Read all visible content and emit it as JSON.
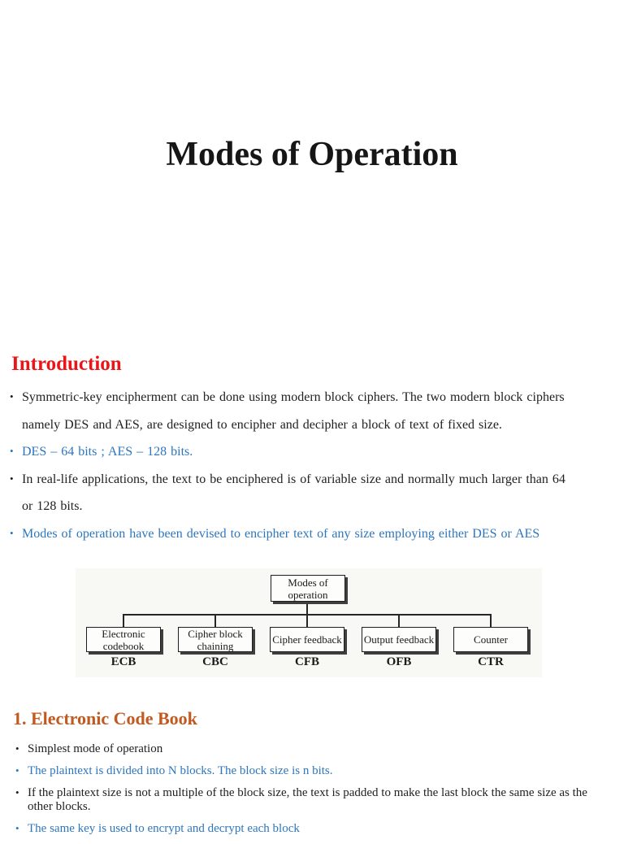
{
  "page": {
    "title": "Modes of Operation"
  },
  "intro": {
    "heading": "Introduction",
    "bullets": [
      {
        "text": "Symmetric-key encipherment can be done using modern block ciphers. The two modern block ciphers namely DES and AES, are designed to encipher and decipher a block of text of fixed size.",
        "color": "black"
      },
      {
        "text": "DES – 64 bits ; AES – 128 bits.",
        "color": "blue"
      },
      {
        "text": "In real-life applications, the text to be enciphered is of variable size and normally much larger than 64 or 128 bits.",
        "color": "black"
      },
      {
        "text": "Modes of operation have been devised to encipher text of any size employing either DES or AES",
        "color": "blue"
      }
    ]
  },
  "diagram": {
    "root": "Modes of operation",
    "children": [
      {
        "label": "Electronic codebook",
        "acronym": "ECB"
      },
      {
        "label": "Cipher block chaining",
        "acronym": "CBC"
      },
      {
        "label": "Cipher feedback",
        "acronym": "CFB"
      },
      {
        "label": "Output feedback",
        "acronym": "OFB"
      },
      {
        "label": "Counter",
        "acronym": "CTR"
      }
    ]
  },
  "ecb": {
    "heading": "1. Electronic Code Book",
    "bullets": [
      {
        "text": "Simplest mode of operation",
        "color": "black"
      },
      {
        "text": "The plaintext is divided into N blocks. The block size is n bits.",
        "color": "blue"
      },
      {
        "text": "If the plaintext size is not a multiple of the block size, the text is padded to make the last block the same size as the other blocks.",
        "color": "black"
      },
      {
        "text": "The same key is used to encrypt and decrypt each block",
        "color": "blue"
      }
    ]
  },
  "colors": {
    "heading_red": "#ea1519",
    "heading_orange": "#c2591f",
    "text_blue": "#2d76bd",
    "text_black": "#212121",
    "page_background": "#ffffff"
  }
}
